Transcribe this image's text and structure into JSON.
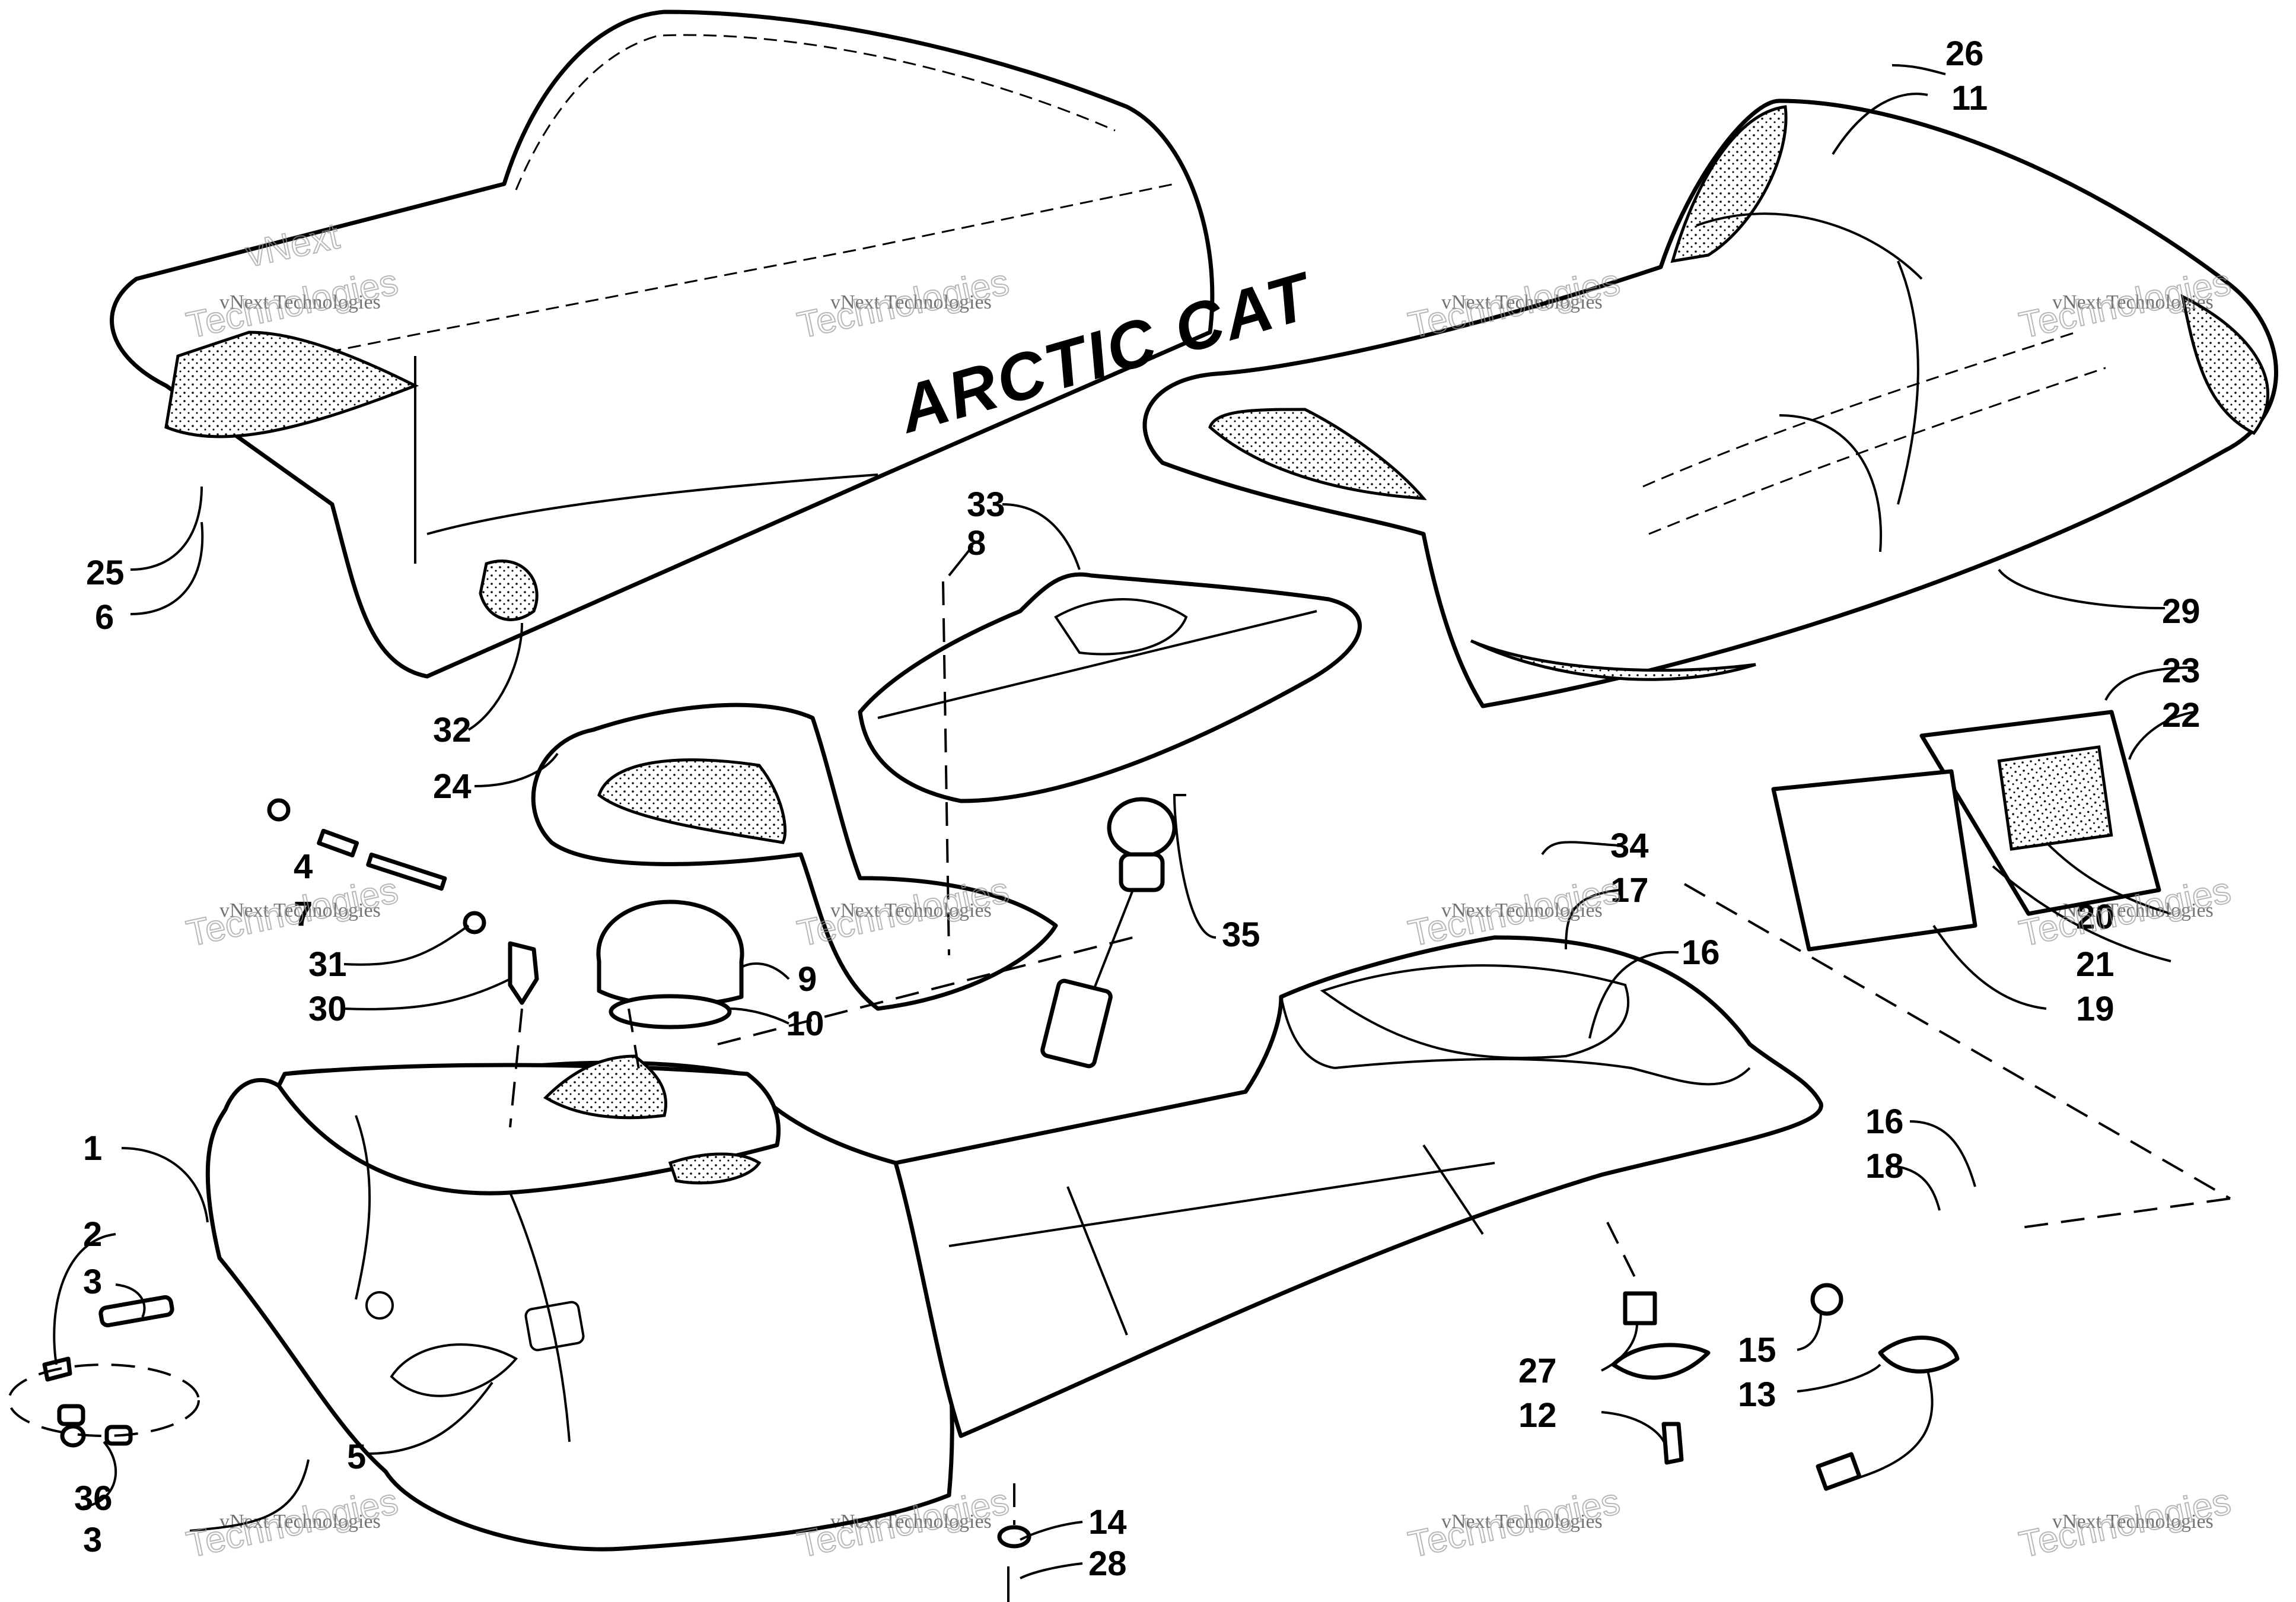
{
  "diagram": {
    "brand_text": "ARCTIC CAT",
    "watermark": {
      "line1": "vNext Technologies",
      "line2": "vNext",
      "line3": "Technologies"
    },
    "callouts": {
      "c1": "1",
      "c2": "2",
      "c3a": "3",
      "c3b": "3",
      "c4": "4",
      "c5": "5",
      "c6": "6",
      "c7": "7",
      "c8": "8",
      "c9": "9",
      "c10": "10",
      "c11": "11",
      "c12": "12",
      "c13": "13",
      "c14": "14",
      "c15": "15",
      "c16a": "16",
      "c16b": "16",
      "c17": "17",
      "c18": "18",
      "c19": "19",
      "c20": "20",
      "c21": "21",
      "c22": "22",
      "c23": "23",
      "c24": "24",
      "c25": "25",
      "c26": "26",
      "c27": "27",
      "c28": "28",
      "c29": "29",
      "c30": "30",
      "c31": "31",
      "c32": "32",
      "c33": "33",
      "c34": "34",
      "c35": "35",
      "c36": "36"
    }
  }
}
